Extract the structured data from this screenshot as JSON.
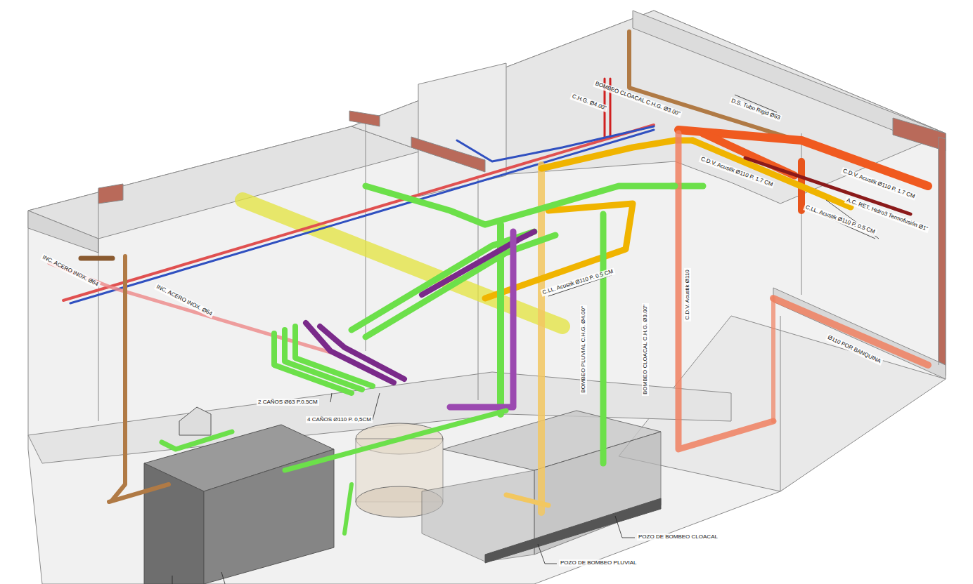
{
  "diagram": {
    "labels": [
      "INC. ACERO INOX. Ø64",
      "INC. ACERO INOX. Ø64",
      "BOMBEO CLOACAL C.H.G. Ø3.00\"",
      "C.H.G. Ø4.00\"",
      "D.S. Tubo Rigid Ø63",
      "C.D.V. Acustik Ø110 P. 1.7 CM",
      "C.D.V. Acustik Ø110 P. 1.7 CM",
      "A.C. RET. Hidro3 Termofusión Ø1\"",
      "C.LL. Acustik Ø110 P. 0.5 CM",
      "C.LL. Acustik Ø110 P. 0.5 CM",
      "C.D.V. Acustik Ø110",
      "BOMBEO PLUVIAL C.H.G. Ø4.00\"",
      "BOMBEO CLOACAL C.H.G. Ø3.00\"",
      "Ø110 POR BANQUINA",
      "2 CAÑOS Ø63 P.0.5CM",
      "4 CAÑOS Ø110 P. 0,5CM",
      "POZO DE BOMBEO CLOACAL",
      "POZO DE BOMBEO PLUVIAL"
    ]
  }
}
